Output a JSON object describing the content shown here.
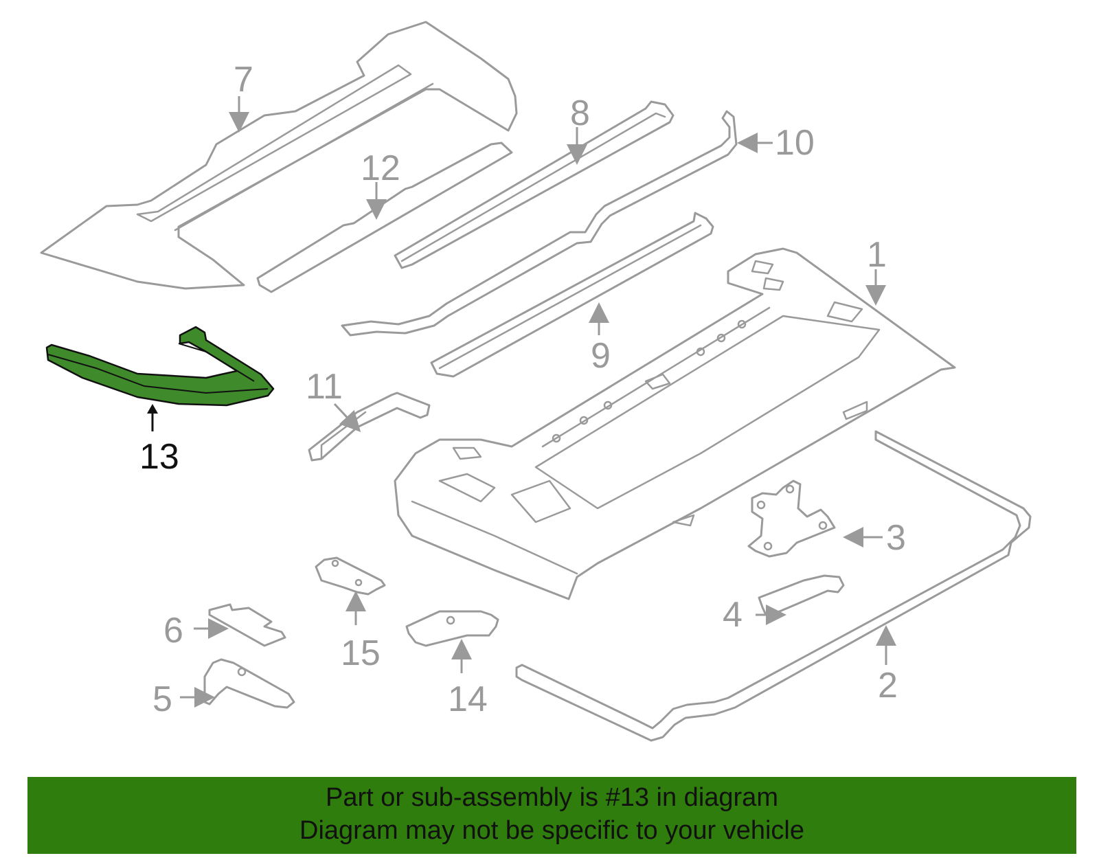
{
  "colors": {
    "highlight": "#3f8a2a",
    "banner": "#2f7d0c",
    "outline": "#9a9a9a"
  },
  "highlighted_part": "13",
  "callouts": {
    "p1": "1",
    "p2": "2",
    "p3": "3",
    "p4": "4",
    "p5": "5",
    "p6": "6",
    "p7": "7",
    "p8": "8",
    "p9": "9",
    "p10": "10",
    "p11": "11",
    "p12": "12",
    "p13": "13",
    "p14": "14",
    "p15": "15"
  },
  "banner": {
    "line1": "Part or sub-assembly is #13 in diagram",
    "line2": "Diagram may not be specific to your vehicle"
  }
}
